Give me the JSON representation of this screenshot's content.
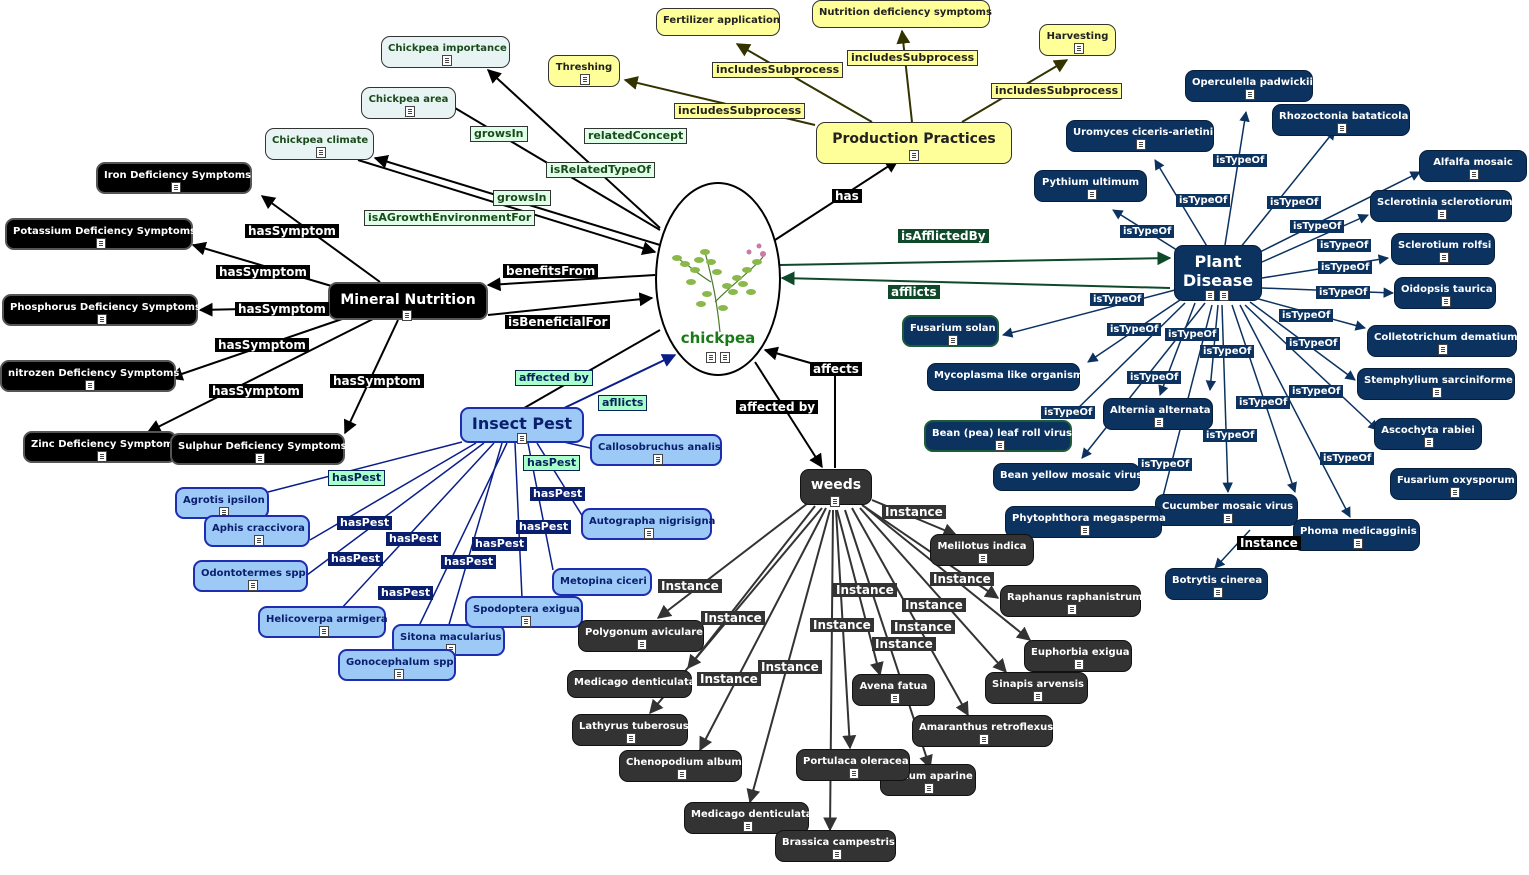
{
  "center": {
    "name": "chickpea",
    "bg": "#ffffff",
    "color": "#1a7a1a"
  },
  "hubs": {
    "production": "Production Practices",
    "disease": "Plant Disease",
    "mineral": "Mineral Nutrition",
    "insect": "Insect Pest",
    "weeds": "weeds"
  },
  "nodes": [
    {
      "id": "n_ci",
      "text": "Chickpea importance",
      "style": "pale",
      "icon": true
    },
    {
      "id": "n_ca",
      "text": "Chickpea area",
      "style": "pale",
      "icon": true
    },
    {
      "id": "n_cc",
      "text": "Chickpea climate",
      "style": "pale",
      "icon": true
    },
    {
      "id": "n_fert",
      "text": "Fertilizer application",
      "style": "yellow",
      "icon": false
    },
    {
      "id": "n_nds",
      "text": "Nutrition deficiency symptoms",
      "style": "yellow",
      "icon": false
    },
    {
      "id": "n_thr",
      "text": "Threshing",
      "style": "yellow",
      "icon": true
    },
    {
      "id": "n_harv",
      "text": "Harvesting",
      "style": "yellow",
      "icon": true
    },
    {
      "id": "n_iron",
      "text": "Iron Deficiency Symptoms",
      "style": "black",
      "icon": true
    },
    {
      "id": "n_pot",
      "text": "Potassium Deficiency Symptoms",
      "style": "black",
      "icon": true
    },
    {
      "id": "n_phos",
      "text": "Phosphorus Deficiency Symptoms",
      "style": "black",
      "icon": true
    },
    {
      "id": "n_nit",
      "text": "nitrozen Deficiency Symptoms",
      "style": "black",
      "icon": true
    },
    {
      "id": "n_zinc",
      "text": "Zinc Deficiency Symptoms",
      "style": "black",
      "icon": true
    },
    {
      "id": "n_sul",
      "text": "Sulphur Deficiency Symptoms",
      "style": "black",
      "icon": true
    },
    {
      "id": "n_agr",
      "text": "Agrotis ipsilon",
      "style": "lblue",
      "icon": true
    },
    {
      "id": "n_aph",
      "text": "Aphis craccivora",
      "style": "lblue",
      "icon": true
    },
    {
      "id": "n_odo",
      "text": "Odontotermes spp",
      "style": "lblue",
      "icon": true
    },
    {
      "id": "n_hel",
      "text": "Helicoverpa armigera",
      "style": "lblue",
      "icon": true
    },
    {
      "id": "n_sit",
      "text": "Sitona macularius",
      "style": "lblue",
      "icon": true
    },
    {
      "id": "n_gon",
      "text": "Gonocephalum spp",
      "style": "lblue",
      "icon": true
    },
    {
      "id": "n_spo",
      "text": "Spodoptera exigua",
      "style": "lblue",
      "icon": true
    },
    {
      "id": "n_met",
      "text": "Metopina ciceri",
      "style": "lblue",
      "icon": false
    },
    {
      "id": "n_aut",
      "text": "Autographa nigrisigna",
      "style": "lblue",
      "icon": true
    },
    {
      "id": "n_cal",
      "text": "Callosobruchus analis",
      "style": "lblue",
      "icon": true
    },
    {
      "id": "n_ope",
      "text": "Operculella padwickii",
      "style": "dblue",
      "icon": true
    },
    {
      "id": "n_rhi",
      "text": "Rhozoctonia bataticola",
      "style": "dblue",
      "icon": true
    },
    {
      "id": "n_uro",
      "text": "Uromyces ciceris-arietini",
      "style": "dblue",
      "icon": true
    },
    {
      "id": "n_pyt",
      "text": "Pythium ultimum",
      "style": "dblue",
      "icon": true
    },
    {
      "id": "n_alf",
      "text": "Alfalfa mosaic",
      "style": "dblue",
      "icon": true
    },
    {
      "id": "n_scl1",
      "text": "Sclerotinia sclerotiorum",
      "style": "dblue",
      "icon": true
    },
    {
      "id": "n_scl2",
      "text": "Sclerotium rolfsi",
      "style": "dblue",
      "icon": true
    },
    {
      "id": "n_oid",
      "text": "Oidopsis taurica",
      "style": "dblue",
      "icon": true
    },
    {
      "id": "n_fus",
      "text": "Fusarium solan",
      "style": "dgreen",
      "icon": true
    },
    {
      "id": "n_myc",
      "text": "Mycoplasma like organisms",
      "style": "dblue",
      "icon": false
    },
    {
      "id": "n_col",
      "text": "Colletotrichum dematium",
      "style": "dblue",
      "icon": true
    },
    {
      "id": "n_ste",
      "text": "Stemphylium sarciniforme",
      "style": "dblue",
      "icon": true
    },
    {
      "id": "n_alt",
      "text": "Alternia alternata",
      "style": "dblue",
      "icon": true
    },
    {
      "id": "n_blr",
      "text": "Bean (pea) leaf roll virus",
      "style": "dgreen",
      "icon": true
    },
    {
      "id": "n_asc",
      "text": "Ascochyta rabiei",
      "style": "dblue",
      "icon": true
    },
    {
      "id": "n_bym",
      "text": "Bean yellow mosaic virus",
      "style": "dblue",
      "icon": false
    },
    {
      "id": "n_fox",
      "text": "Fusarium oxysporum",
      "style": "dblue",
      "icon": true
    },
    {
      "id": "n_cuc",
      "text": "Cucumber mosaic virus",
      "style": "dblue",
      "icon": true
    },
    {
      "id": "n_phy",
      "text": "Phytophthora megasperma",
      "style": "dblue",
      "icon": true
    },
    {
      "id": "n_pho",
      "text": "Phoma medicagginis",
      "style": "dblue",
      "icon": true
    },
    {
      "id": "n_bot",
      "text": "Botrytis cinerea",
      "style": "dblue",
      "icon": true
    },
    {
      "id": "n_mel",
      "text": "Melilotus indica",
      "style": "dgray",
      "icon": true
    },
    {
      "id": "n_rap",
      "text": "Raphanus raphanistrum",
      "style": "dgray",
      "icon": true
    },
    {
      "id": "n_pol",
      "text": "Polygonum aviculare",
      "style": "dgray",
      "icon": true
    },
    {
      "id": "n_eup",
      "text": "Euphorbia exigua",
      "style": "dgray",
      "icon": true
    },
    {
      "id": "n_md1",
      "text": "Medicago denticulata",
      "style": "dgray",
      "icon": false
    },
    {
      "id": "n_sin",
      "text": "Sinapis arvensis",
      "style": "dgray",
      "icon": true
    },
    {
      "id": "n_ave",
      "text": "Avena fatua",
      "style": "dgray",
      "icon": true
    },
    {
      "id": "n_lat",
      "text": "Lathyrus tuberosus",
      "style": "dgray",
      "icon": true
    },
    {
      "id": "n_ama",
      "text": "Amaranthus retroflexus",
      "style": "dgray",
      "icon": true
    },
    {
      "id": "n_che",
      "text": "Chenopodium album",
      "style": "dgray",
      "icon": true
    },
    {
      "id": "n_gal",
      "text": "Galium aparine",
      "style": "dgray",
      "icon": true
    },
    {
      "id": "n_por",
      "text": "Portulaca oleracea",
      "style": "dgray",
      "icon": true
    },
    {
      "id": "n_md2",
      "text": "Medicago denticulata",
      "style": "dgray",
      "icon": true
    },
    {
      "id": "n_bra",
      "text": "Brassica campestris",
      "style": "dgray",
      "icon": true
    }
  ],
  "labels": [
    {
      "id": "l1",
      "text": "relatedConcept",
      "style": "green"
    },
    {
      "id": "l2",
      "text": "growsIn",
      "style": "green"
    },
    {
      "id": "l3",
      "text": "isRelatedTypeOf",
      "style": "green"
    },
    {
      "id": "l4",
      "text": "growsIn",
      "style": "green"
    },
    {
      "id": "l5",
      "text": "isAGrowthEnvironmentFor",
      "style": "green"
    },
    {
      "id": "l6",
      "text": "includesSubprocess",
      "style": "yellow"
    },
    {
      "id": "l7",
      "text": "includesSubprocess",
      "style": "yellow"
    },
    {
      "id": "l8",
      "text": "includesSubprocess",
      "style": "yellow"
    },
    {
      "id": "l9",
      "text": "includesSubprocess",
      "style": "yellow"
    },
    {
      "id": "l10",
      "text": "has",
      "style": "black"
    },
    {
      "id": "l11",
      "text": "isAfflictedBy",
      "style": "dgreen"
    },
    {
      "id": "l12",
      "text": "afflicts",
      "style": "dgreen"
    },
    {
      "id": "l13",
      "text": "benefitsFrom",
      "style": "black"
    },
    {
      "id": "l14",
      "text": "isBeneficialFor",
      "style": "black"
    },
    {
      "id": "l15",
      "text": "hasSymptom",
      "style": "black"
    },
    {
      "id": "l16",
      "text": "hasSymptom",
      "style": "black"
    },
    {
      "id": "l17",
      "text": "hasSymptom",
      "style": "black"
    },
    {
      "id": "l18",
      "text": "hasSymptom",
      "style": "black"
    },
    {
      "id": "l19",
      "text": "hasSymptom",
      "style": "black"
    },
    {
      "id": "l20",
      "text": "hasSymptom",
      "style": "black"
    },
    {
      "id": "l21",
      "text": "affected by",
      "style": "teal"
    },
    {
      "id": "l22",
      "text": "afllicts",
      "style": "teal"
    },
    {
      "id": "l23",
      "text": "affects",
      "style": "black"
    },
    {
      "id": "l24",
      "text": "affected by",
      "style": "black"
    },
    {
      "id": "l25",
      "text": "hasPest",
      "style": "teal"
    },
    {
      "id": "l26",
      "text": "hasPest",
      "style": "teal"
    },
    {
      "id": "l27",
      "text": "hasPest",
      "style": "blue"
    },
    {
      "id": "l28",
      "text": "hasPest",
      "style": "blue"
    },
    {
      "id": "l29",
      "text": "hasPest",
      "style": "blue"
    },
    {
      "id": "l30",
      "text": "hasPest",
      "style": "blue"
    },
    {
      "id": "l31",
      "text": "hasPest",
      "style": "blue"
    },
    {
      "id": "l32",
      "text": "hasPest",
      "style": "blue"
    },
    {
      "id": "l33",
      "text": "hasPest",
      "style": "blue"
    },
    {
      "id": "l34",
      "text": "hasPest",
      "style": "blue"
    },
    {
      "id": "l35",
      "text": "isTypeOf",
      "style": "navy"
    },
    {
      "id": "l36",
      "text": "isTypeOf",
      "style": "navy"
    },
    {
      "id": "l37",
      "text": "isTypeOf",
      "style": "navy"
    },
    {
      "id": "l38",
      "text": "isTypeOf",
      "style": "navy"
    },
    {
      "id": "l39",
      "text": "isTypeOf",
      "style": "navy"
    },
    {
      "id": "l40",
      "text": "isTypeOf",
      "style": "navy"
    },
    {
      "id": "l41",
      "text": "isTypeOf",
      "style": "navy"
    },
    {
      "id": "l42",
      "text": "isTypeOf",
      "style": "navy"
    },
    {
      "id": "l43",
      "text": "isTypeOf",
      "style": "navy"
    },
    {
      "id": "l44",
      "text": "isTypeOf",
      "style": "navy"
    },
    {
      "id": "l45",
      "text": "isTypeOf",
      "style": "navy"
    },
    {
      "id": "l46",
      "text": "isTypeOf",
      "style": "navy"
    },
    {
      "id": "l47",
      "text": "isTypeOf",
      "style": "navy"
    },
    {
      "id": "l48",
      "text": "isTypeOf",
      "style": "navy"
    },
    {
      "id": "l49",
      "text": "isTypeOf",
      "style": "navy"
    },
    {
      "id": "l50",
      "text": "isTypeOf",
      "style": "navy"
    },
    {
      "id": "l51",
      "text": "isTypeOf",
      "style": "navy"
    },
    {
      "id": "l52",
      "text": "isTypeOf",
      "style": "navy"
    },
    {
      "id": "l53",
      "text": "isTypeOf",
      "style": "navy"
    },
    {
      "id": "l54",
      "text": "isTypeOf",
      "style": "navy"
    },
    {
      "id": "l55",
      "text": "isTypeOf",
      "style": "navy"
    },
    {
      "id": "l56",
      "text": "Instance",
      "style": "black"
    },
    {
      "id": "l57",
      "text": "Instance",
      "style": "gray"
    },
    {
      "id": "l58",
      "text": "Instance",
      "style": "gray"
    },
    {
      "id": "l59",
      "text": "Instance",
      "style": "gray"
    },
    {
      "id": "l60",
      "text": "Instance",
      "style": "gray"
    },
    {
      "id": "l61",
      "text": "Instance",
      "style": "gray"
    },
    {
      "id": "l62",
      "text": "Instance",
      "style": "gray"
    },
    {
      "id": "l63",
      "text": "Instance",
      "style": "gray"
    },
    {
      "id": "l64",
      "text": "Instance",
      "style": "gray"
    },
    {
      "id": "l65",
      "text": "Instance",
      "style": "gray"
    },
    {
      "id": "l66",
      "text": "Instance",
      "style": "gray"
    },
    {
      "id": "l67",
      "text": "Instance",
      "style": "gray"
    }
  ],
  "colors": {
    "black_edge": "#000000",
    "navy_edge": "#0c3260",
    "green_edge": "#0e4a2a",
    "blue_edge": "#0a1e8a",
    "gray_edge": "#333333",
    "olive_edge": "#333300"
  }
}
